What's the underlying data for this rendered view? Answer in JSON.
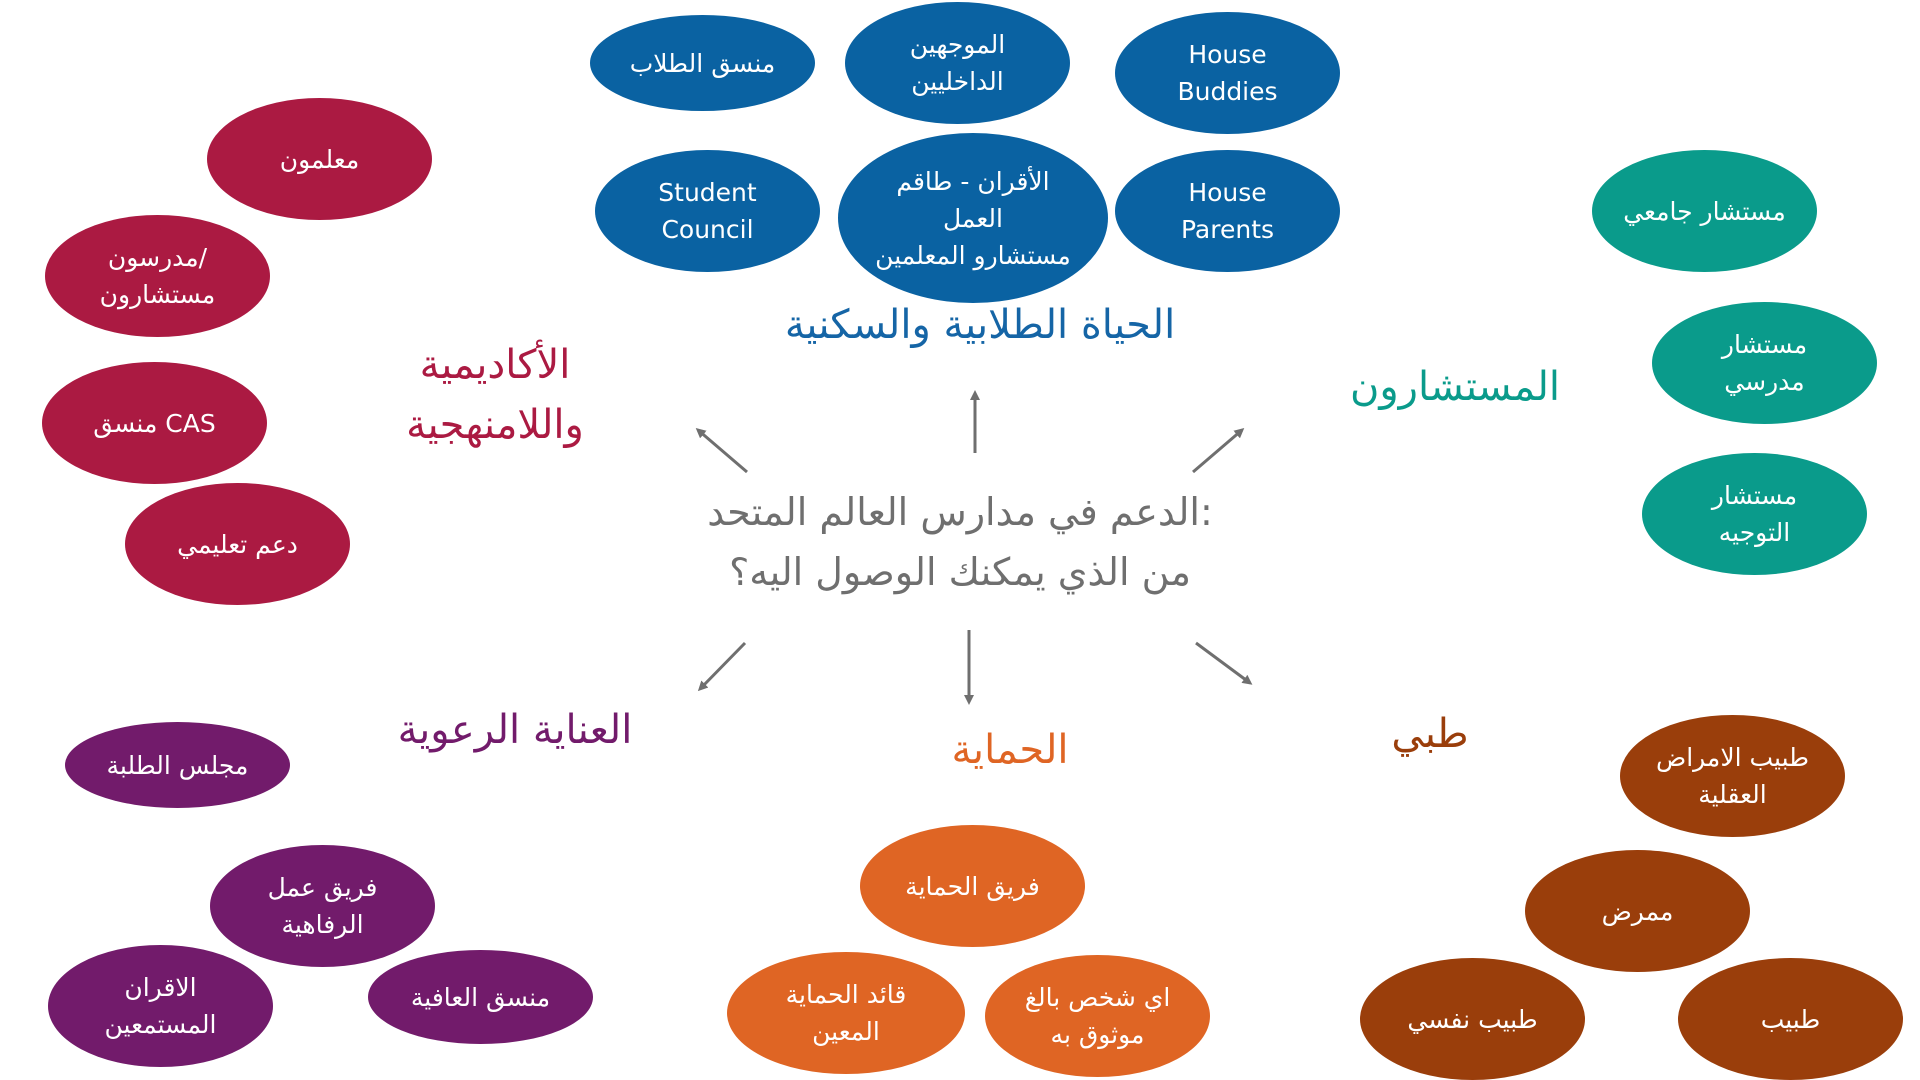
{
  "center": {
    "line1": "الدعم في مدارس العالم المتحد:",
    "line2": "من الذي يمكنك الوصول اليه؟"
  },
  "headings": {
    "student_life": "الحياة الطلابية والسكنية",
    "academic": "الأكاديمية\nواللامنهجية",
    "counsellors": "المستشارون",
    "pastoral": "العناية الرعوية",
    "safeguarding": "الحماية",
    "medical": "طبي"
  },
  "nodes": {
    "student_life": [
      "منسق الطلاب",
      "الموجهين\nالداخليين",
      "House\nBuddies",
      "Student\nCouncil",
      "الأقران - طاقم\nالعمل\nمستشارو المعلمين",
      "House\nParents"
    ],
    "academic": [
      "معلمون",
      "مدرسون/\nمستشارون",
      "منسق CAS",
      "دعم تعليمي"
    ],
    "counsellors": [
      "مستشار جامعي",
      "مستشار\nمدرسي",
      "مستشار\nالتوجيه"
    ],
    "pastoral": [
      "مجلس الطلبة",
      "فريق عمل\nالرفاهية",
      "الاقران\nالمستمعين",
      "منسق العافية"
    ],
    "safeguarding": [
      "فريق الحماية",
      "قائد الحماية\nالمعين",
      "اي شخص بالغ\nموثوق به"
    ],
    "medical": [
      "طبيب الامراض\nالعقلية",
      "ممرض",
      "طبيب نفسي",
      "طبيب"
    ]
  },
  "colors": {
    "student_life": "#0a62a2",
    "academic": "#ab1a42",
    "counsellors": "#0a9b8b",
    "pastoral": "#721b6b",
    "safeguarding": "#df6524",
    "medical": "#9a3e0b",
    "center_text": "#6f6f6f",
    "arrows": "#6f6f6f"
  }
}
